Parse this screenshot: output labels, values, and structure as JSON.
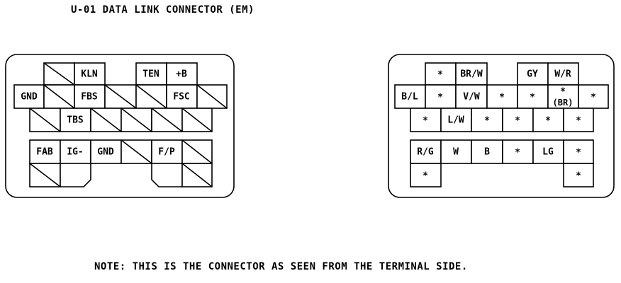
{
  "title": "U-01 DATA LINK CONNECTOR (EM)",
  "note": "NOTE: THIS IS THE CONNECTOR AS SEEN FROM THE TERMINAL SIDE.",
  "left_connector": {
    "row1": [
      "",
      "KLN",
      "",
      "TEN",
      "+B"
    ],
    "row2": [
      "GND",
      "",
      "FBS",
      "",
      "",
      "FSC",
      ""
    ],
    "row3": [
      "",
      "TBS",
      "",
      "",
      "",
      "",
      ""
    ],
    "row4": [
      "FAB",
      "IG-",
      "GND",
      "",
      "F/P",
      ""
    ],
    "row5": [
      "",
      "",
      "",
      ""
    ]
  },
  "right_connector": {
    "row1": [
      "*",
      "BR/W",
      "GY",
      "W/R"
    ],
    "row2": [
      "B/L",
      "*",
      "V/W",
      "*",
      "*",
      "*",
      "(BR)",
      "*"
    ],
    "row3": [
      "*",
      "L/W",
      "*",
      "*",
      "*",
      "*"
    ],
    "row4": [
      "R/G",
      "W",
      "B",
      "*",
      "LG",
      "*"
    ],
    "row5": [
      "*",
      "*"
    ]
  }
}
